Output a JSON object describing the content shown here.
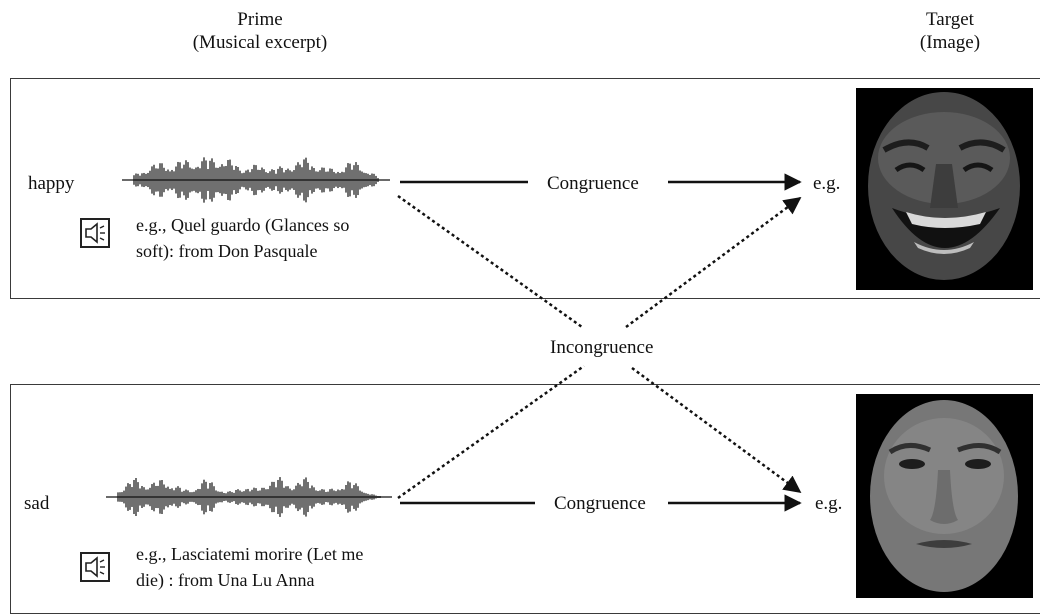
{
  "headers": {
    "prime_title": "Prime",
    "prime_subtitle": "(Musical excerpt)",
    "target_title": "Target",
    "target_subtitle": "(Image)"
  },
  "rows": [
    {
      "emotion": "happy",
      "example": "e.g., Quel guardo (Glances so soft):  from Don Pasquale",
      "link_label": "Congruence",
      "eg_label": "e.g."
    },
    {
      "emotion": "sad",
      "example": "e.g., Lasciatemi morire (Let me die) :  from Una Lu Anna",
      "link_label": "Congruence",
      "eg_label": "e.g."
    }
  ],
  "cross_label": "Incongruence",
  "icons": {
    "speaker": "speaker-icon",
    "waveform": "audio-waveform-icon"
  }
}
